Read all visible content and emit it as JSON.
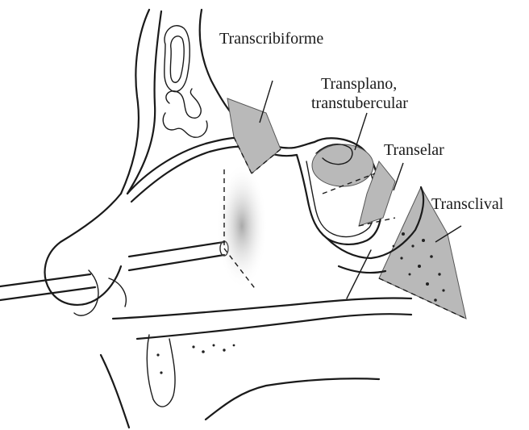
{
  "labels": {
    "transcribiforme": "Transcribiforme",
    "transplano_line1": "Transplano,",
    "transplano_line2": "transtubercular",
    "transelar": "Transelar",
    "transclival": "Transclival"
  },
  "colors": {
    "line": "#1a1a1a",
    "zone_fill": "#b9b9b9",
    "background": "#ffffff"
  }
}
